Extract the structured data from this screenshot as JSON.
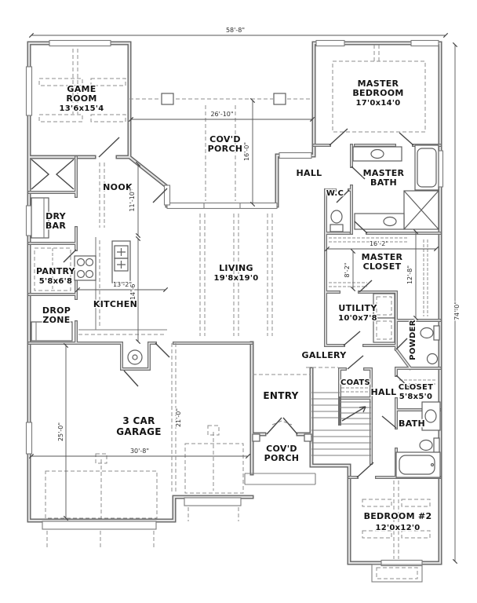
{
  "colors": {
    "background": "#ffffff",
    "wall": "#636363",
    "wall_core": "#e2e2e2",
    "line": "#7d7d7d",
    "text": "#141414"
  },
  "rooms": {
    "game_room": {
      "name_line1": "GAME",
      "name_line2": "ROOM",
      "size": "13'6x15'4"
    },
    "covd_porch_rear": {
      "name_line1": "COV'D",
      "name_line2": "PORCH"
    },
    "master_bedroom": {
      "name_line1": "MASTER",
      "name_line2": "BEDROOM",
      "size": "17'0x14'0"
    },
    "hall_rear": {
      "name": "HALL"
    },
    "master_bath": {
      "name_line1": "MASTER",
      "name_line2": "BATH"
    },
    "nook": {
      "name": "NOOK"
    },
    "water_closet": {
      "name": "W.C"
    },
    "dry_bar": {
      "name_line1": "DRY",
      "name_line2": "BAR"
    },
    "master_closet": {
      "name_line1": "MASTER",
      "name_line2": "CLOSET"
    },
    "pantry": {
      "name": "PANTRY",
      "size": "5'8x6'8"
    },
    "living": {
      "name": "LIVING",
      "size": "19'8x19'0"
    },
    "kitchen": {
      "name": "KITCHEN"
    },
    "utility": {
      "name": "UTILITY",
      "size": "10'0x7'8"
    },
    "drop_zone": {
      "name_line1": "DROP",
      "name_line2": "ZONE"
    },
    "powder": {
      "name": "POWDER"
    },
    "gallery": {
      "name": "GALLERY"
    },
    "coats": {
      "name": "COATS"
    },
    "hall_front": {
      "name": "HALL"
    },
    "entry": {
      "name": "ENTRY"
    },
    "hall_closet": {
      "name": "CLOSET",
      "size": "5'8x5'0"
    },
    "garage": {
      "name_line1": "3 CAR",
      "name_line2": "GARAGE"
    },
    "bath_2": {
      "name": "BATH"
    },
    "covd_porch_front": {
      "name_line1": "COV'D",
      "name_line2": "PORCH"
    },
    "bedroom_2": {
      "name": "BEDROOM #2",
      "size": "12'0x12'0"
    }
  },
  "dimensions": {
    "overall_width": "58'-8\"",
    "overall_depth": "74'-0\"",
    "rear_porch_width": "26'-10\"",
    "rear_porch_depth": "16'-0\"",
    "nook_depth": "11'-10\"",
    "kitchen_width": "13'-2\"",
    "kitchen_depth": "14'-6\"",
    "master_closet_width": "16'-2\"",
    "master_closet_depth_left": "8'-2\"",
    "master_closet_depth_right": "12'-8\"",
    "garage_depth": "25'-0\"",
    "garage_width": "30'-8\"",
    "garage_bay_depth": "21'-0\""
  }
}
